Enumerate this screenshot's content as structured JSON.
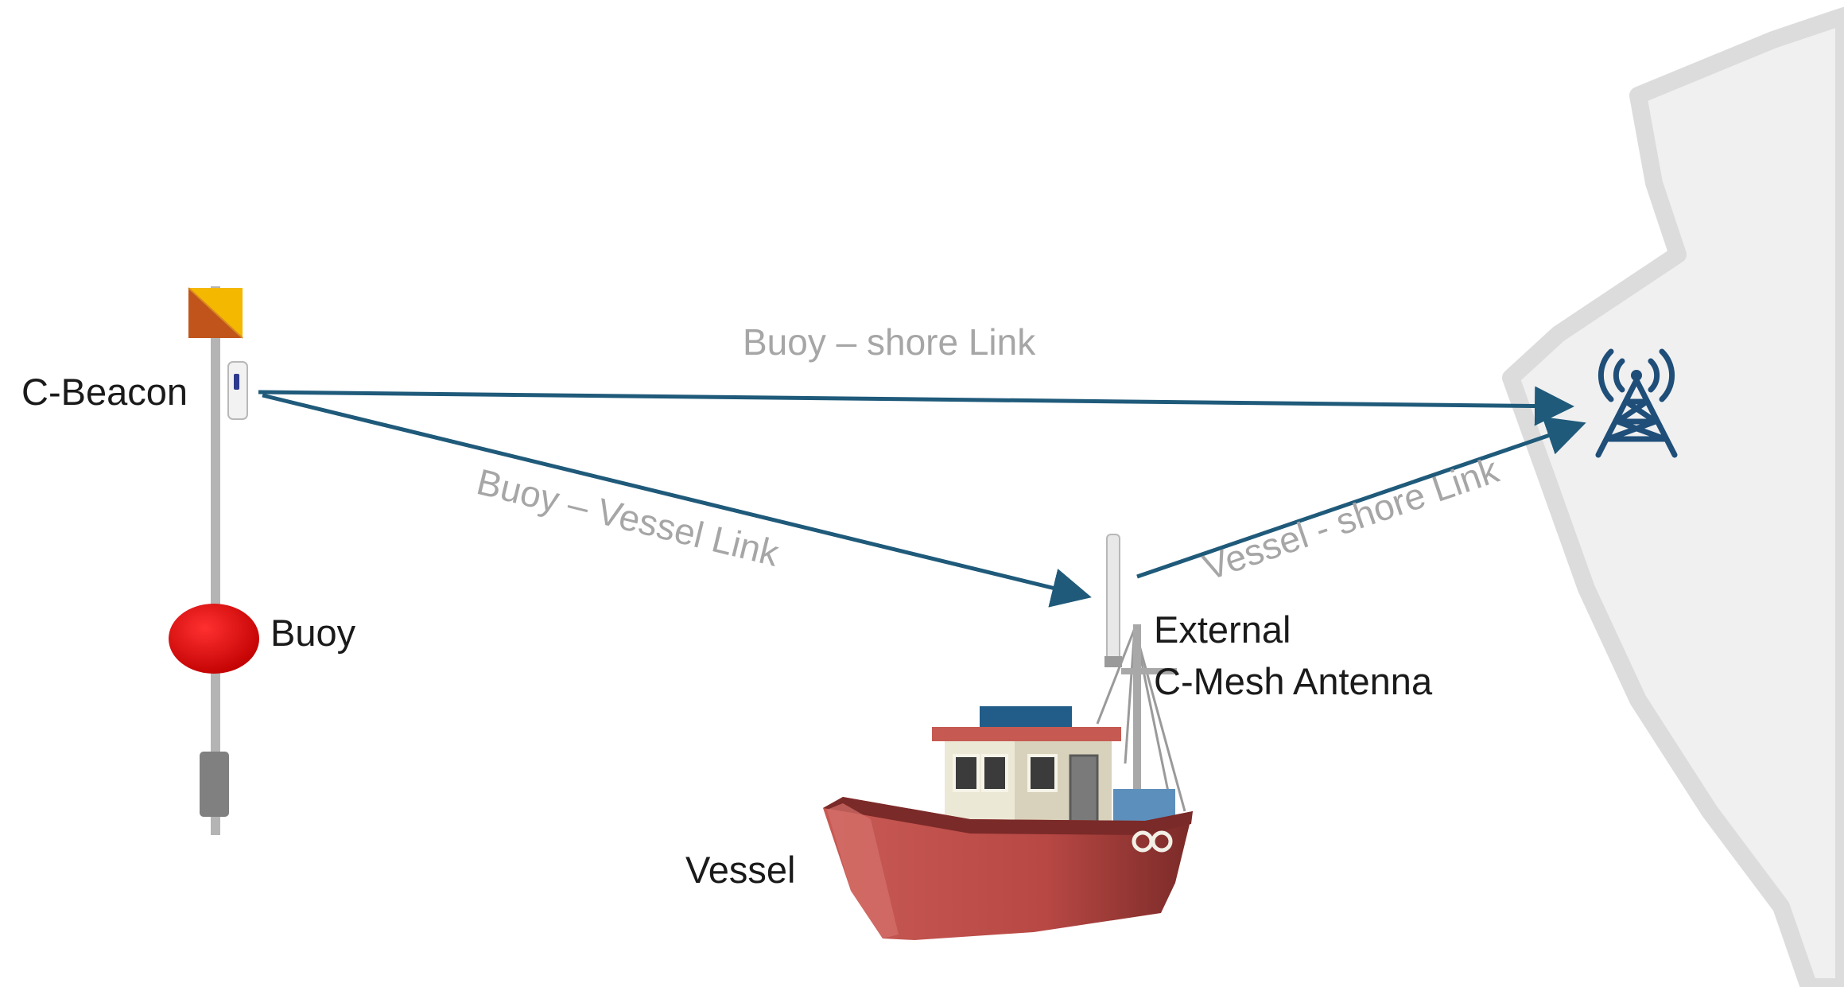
{
  "labels": {
    "c_beacon": "C-Beacon",
    "buoy": "Buoy",
    "vessel": "Vessel",
    "external_line1": "External",
    "external_line2": "C-Mesh Antenna"
  },
  "links": {
    "buoy_shore": "Buoy – shore Link",
    "buoy_vessel": "Buoy – Vessel Link",
    "vessel_shore": "Vessel - shore Link"
  },
  "colors": {
    "link_arrow": "#1f5a7a",
    "link_label": "#a6a6a6",
    "shore_fill": "#f0f0f0",
    "shore_edge": "#dcdcdc",
    "tower": "#1f4e79",
    "buoy_float": "#e00000",
    "flag_orange": "#f5b800",
    "flag_brown": "#c0541a",
    "hull": "#c0504d"
  },
  "icons": {
    "tower": "radio-tower-icon",
    "vessel": "fishing-boat-icon",
    "beacon": "beacon-device-icon"
  }
}
